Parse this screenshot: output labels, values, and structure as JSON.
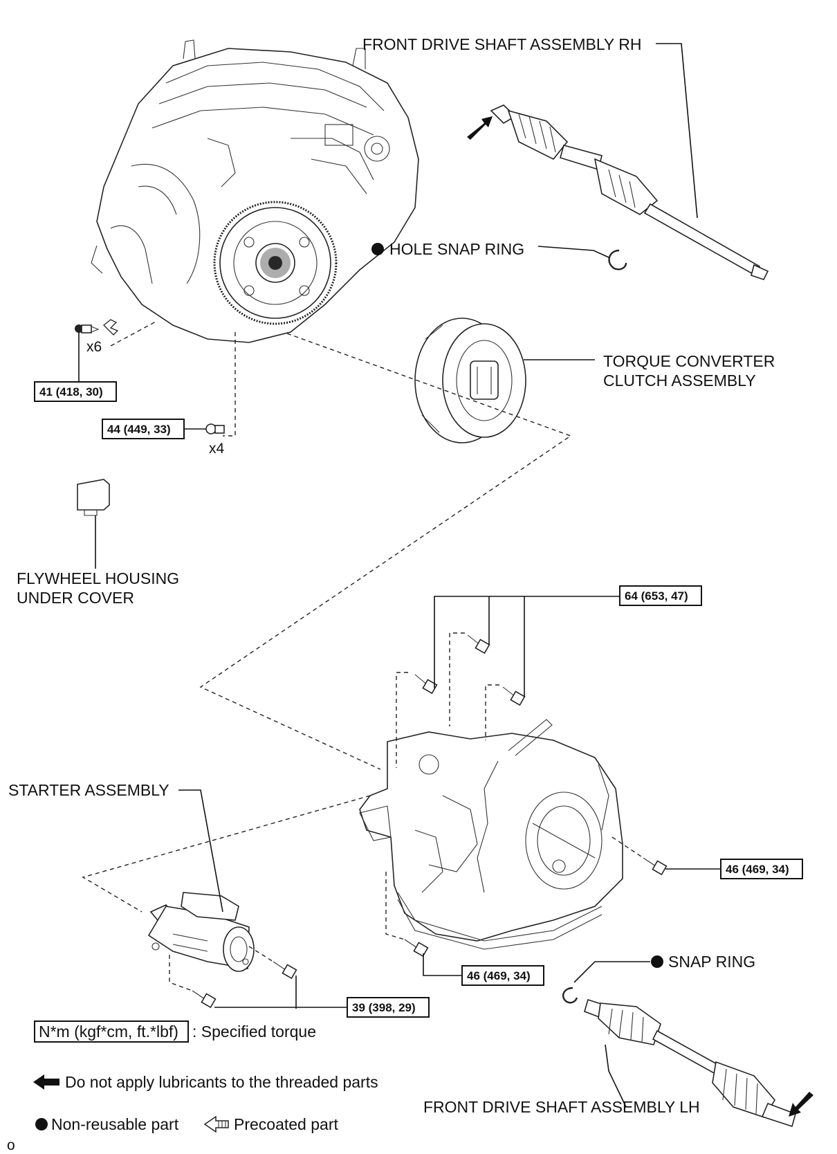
{
  "parts": {
    "front_drive_shaft_rh": "FRONT DRIVE SHAFT ASSEMBLY RH",
    "hole_snap_ring": "HOLE SNAP RING",
    "torque_converter_line1": "TORQUE CONVERTER",
    "torque_converter_line2": "CLUTCH ASSEMBLY",
    "flywheel_cover_line1": "FLYWHEEL HOUSING",
    "flywheel_cover_line2": "UNDER COVER",
    "starter": "STARTER ASSEMBLY",
    "snap_ring": "SNAP RING",
    "front_drive_shaft_lh": "FRONT DRIVE SHAFT ASSEMBLY LH"
  },
  "torques": {
    "t41": "41 (418, 30)",
    "t44": "44 (449, 33)",
    "t64": "64 (653, 47)",
    "t46a": "46 (469, 34)",
    "t46b": "46 (469, 34)",
    "t39": "39 (398, 29)"
  },
  "counts": {
    "x6": "x6",
    "x4": "x4"
  },
  "legend": {
    "torque_unit": "N*m (kgf*cm, ft.*lbf)",
    "torque_desc": ": Specified torque",
    "no_lube": "Do not apply lubricants to the threaded parts",
    "non_reusable": "Non-reusable part",
    "precoated": "Precoated part"
  },
  "corner_mark": "o"
}
